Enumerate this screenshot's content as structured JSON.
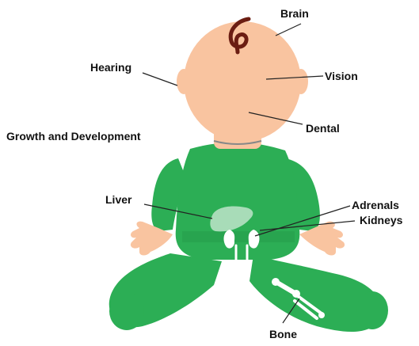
{
  "colors": {
    "skin": "#f9c4a0",
    "skin_shadow": "#e8a884",
    "suit": "#2cae55",
    "suit_dark": "#219146",
    "organ_light": "#a8dcb8",
    "organ_white": "#ffffff",
    "hair": "#6b1d12",
    "line": "#222222"
  },
  "labels": {
    "brain": "Brain",
    "hearing": "Hearing",
    "vision": "Vision",
    "dental": "Dental",
    "growth": "Growth and Development",
    "adrenals": "Adrenals",
    "liver": "Liver",
    "kidneys": "Kidneys",
    "bone": "Bone"
  }
}
